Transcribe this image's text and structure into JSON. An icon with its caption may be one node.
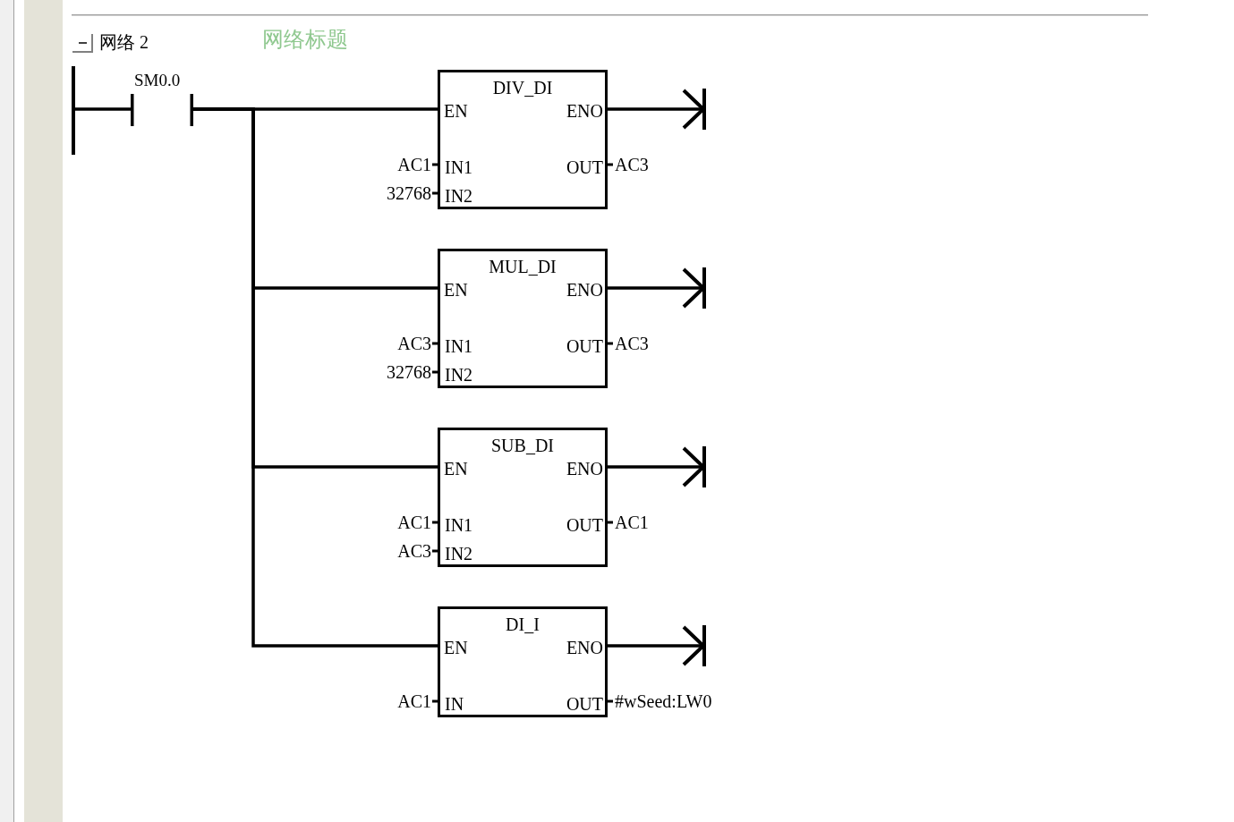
{
  "diagram": {
    "title": "网络 2",
    "nodes": [
      {
        "text": [],
        "shape": "bar"
      },
      {
        "text": [
          "SM0.0"
        ]
      },
      {
        "text": [
          "DIV_DI",
          "EN",
          "ENO",
          "IN1",
          "IN2",
          "OUT"
        ],
        "beside": [
          "AC1",
          "32768",
          "AC3"
        ]
      },
      {
        "text": [
          "MUL_DI",
          "EN",
          "ENO",
          "IN1",
          "IN2",
          "OUT"
        ],
        "beside": [
          "AC3",
          "32768",
          "AC3"
        ]
      },
      {
        "text": [
          "SUB_DI",
          "EN",
          "ENO",
          "IN1",
          "IN2",
          "OUT"
        ],
        "beside": [
          "AC1",
          "AC3",
          "AC1"
        ]
      },
      {
        "text": [
          "DI_I",
          "EN",
          "ENO",
          "IN",
          "OUT"
        ],
        "beside": [
          "AC1",
          "#wSeed:LW0"
        ]
      }
    ],
    "edges": [
      {
        "from": 0,
        "to": 1,
        "arrow": "none"
      },
      {
        "from": 1,
        "to": 2,
        "arrow": "none"
      },
      {
        "from": 1,
        "to": 3,
        "arrow": "none"
      },
      {
        "from": 1,
        "to": 4,
        "arrow": "none"
      },
      {
        "from": 1,
        "to": 5,
        "arrow": "none"
      },
      {
        "from": 2,
        "to": null,
        "arrow": "to"
      },
      {
        "from": 3,
        "to": null,
        "arrow": "to"
      },
      {
        "from": 4,
        "to": null,
        "arrow": "to"
      },
      {
        "from": 5,
        "to": null,
        "arrow": "to"
      }
    ],
    "labels": [
      "网络标题"
    ]
  }
}
